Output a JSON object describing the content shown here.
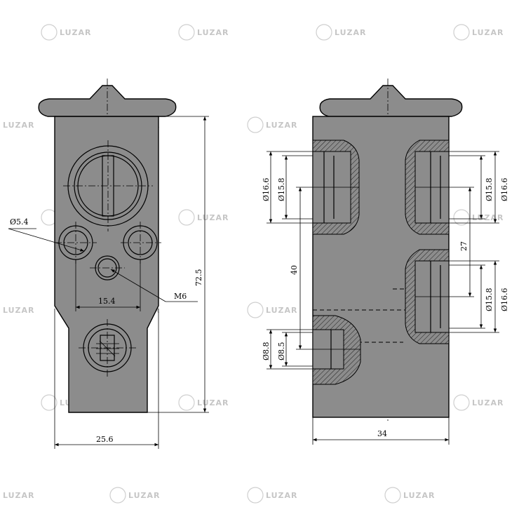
{
  "watermark": {
    "brand": "LUZAR"
  },
  "left_view": {
    "dims": {
      "hole_diameter": "Ø5.4",
      "thread": "M6",
      "hole_spacing": "15.4",
      "height": "72.5",
      "width": "25.6"
    }
  },
  "right_view": {
    "dims": {
      "left_top_outer": "Ø16.6",
      "left_top_inner": "Ø15.8",
      "right_top_inner": "Ø15.8",
      "right_top_outer": "Ø16.6",
      "right_bottom_inner": "Ø15.8",
      "right_bottom_outer": "Ø16.6",
      "port_spacing_left": "40",
      "port_spacing_right": "27",
      "small_port_outer": "Ø8.8",
      "small_port_inner": "Ø8.5",
      "width": "34"
    }
  }
}
